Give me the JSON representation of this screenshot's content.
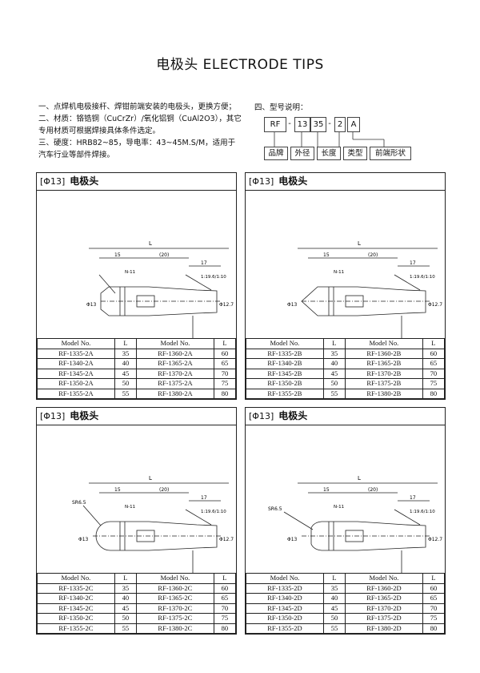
{
  "header": {
    "title": "电极头 ELECTRODE TIPS"
  },
  "notes": [
    "一、点焊机电极接杆、焊钳前端安装的电极头，更换方便；",
    "二、材质：铬锆铜（CuCrZr）/氧化铝铜（CuAl2O3），其它专用材质可根据焊接具体条件选定。",
    "三、硬度：HRB82~85，导电率：43~45M.S/M，适用于汽车行业等部件焊接。"
  ],
  "model_explain": {
    "title": "四、型号说明：",
    "codes": [
      "RF",
      "-",
      "13",
      "35",
      "-",
      "2",
      "A"
    ],
    "labels": [
      "品牌",
      "外径",
      "长度",
      "类型",
      "前端形状"
    ]
  },
  "panels": [
    {
      "head_code": "[Φ13]",
      "head_cn": "电极头",
      "columns": [
        "Model No.",
        "L",
        "Model No.",
        "L"
      ],
      "rows": [
        [
          "RF-1335-2A",
          "35",
          "RF-1360-2A",
          "60"
        ],
        [
          "RF-1340-2A",
          "40",
          "RF-1365-2A",
          "65"
        ],
        [
          "RF-1345-2A",
          "45",
          "RF-1370-2A",
          "70"
        ],
        [
          "RF-1350-2A",
          "50",
          "RF-1375-2A",
          "75"
        ],
        [
          "RF-1355-2A",
          "55",
          "RF-1380-2A",
          "80"
        ]
      ]
    },
    {
      "head_code": "[Φ13]",
      "head_cn": "电极头",
      "columns": [
        "Model No.",
        "L",
        "Model No.",
        "L"
      ],
      "rows": [
        [
          "RF-1335-2B",
          "35",
          "RF-1360-2B",
          "60"
        ],
        [
          "RF-1340-2B",
          "40",
          "RF-1365-2B",
          "65"
        ],
        [
          "RF-1345-2B",
          "45",
          "RF-1370-2B",
          "70"
        ],
        [
          "RF-1350-2B",
          "50",
          "RF-1375-2B",
          "75"
        ],
        [
          "RF-1355-2B",
          "55",
          "RF-1380-2B",
          "80"
        ]
      ]
    },
    {
      "head_code": "[Φ13]",
      "head_cn": "电极头",
      "columns": [
        "Model No.",
        "L",
        "Model No.",
        "L"
      ],
      "rows": [
        [
          "RF-1335-2C",
          "35",
          "RF-1360-2C",
          "60"
        ],
        [
          "RF-1340-2C",
          "40",
          "RF-1365-2C",
          "65"
        ],
        [
          "RF-1345-2C",
          "45",
          "RF-1370-2C",
          "70"
        ],
        [
          "RF-1350-2C",
          "50",
          "RF-1375-2C",
          "75"
        ],
        [
          "RF-1355-2C",
          "55",
          "RF-1380-2C",
          "80"
        ]
      ]
    },
    {
      "head_code": "[Φ13]",
      "head_cn": "电极头",
      "columns": [
        "Model No.",
        "L",
        "Model No.",
        "L"
      ],
      "rows": [
        [
          "RF-1335-2D",
          "35",
          "RF-1360-2D",
          "60"
        ],
        [
          "RF-1340-2D",
          "40",
          "RF-1365-2D",
          "65"
        ],
        [
          "RF-1345-2D",
          "45",
          "RF-1370-2D",
          "70"
        ],
        [
          "RF-1350-2D",
          "50",
          "RF-1375-2D",
          "75"
        ],
        [
          "RF-1355-2D",
          "55",
          "RF-1380-2D",
          "80"
        ]
      ]
    }
  ],
  "drawing_text": {
    "L": "L",
    "d20": "(20)",
    "d15": "15",
    "d17": "17",
    "taper": "1:19.6/1:10",
    "n11": "N-11",
    "phi13": "Φ13",
    "phi12": "Φ12.7",
    "sr": "SR6.5"
  }
}
